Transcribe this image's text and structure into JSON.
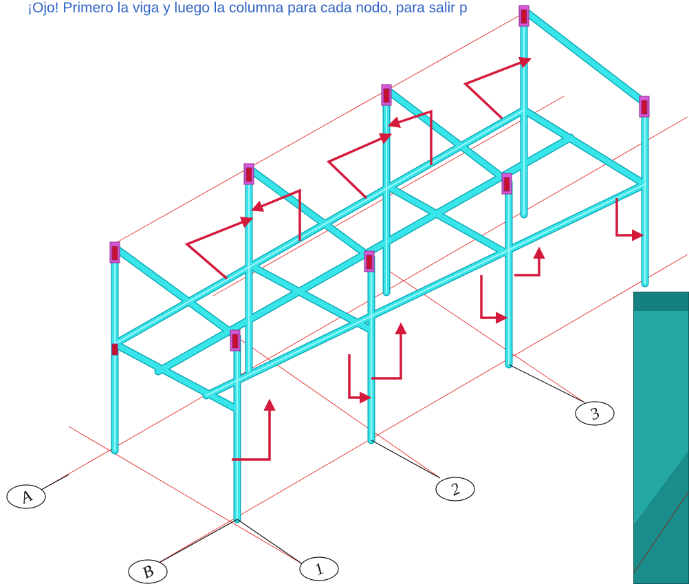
{
  "caption": "¡Ojo! Primero la viga y luego la columna para cada nodo, para salir p",
  "grid_labels": {
    "A": "A",
    "B": "B",
    "1": "1",
    "2": "2",
    "3": "3"
  },
  "colors": {
    "grid_line": "#e63a3a",
    "member": "#38e6ea",
    "member_edge": "#0fa9b8",
    "arrow": "#d41a3c",
    "connection": "#d85ad8",
    "caption": "#2f63c6",
    "thumbnail": "#24a8a6"
  }
}
